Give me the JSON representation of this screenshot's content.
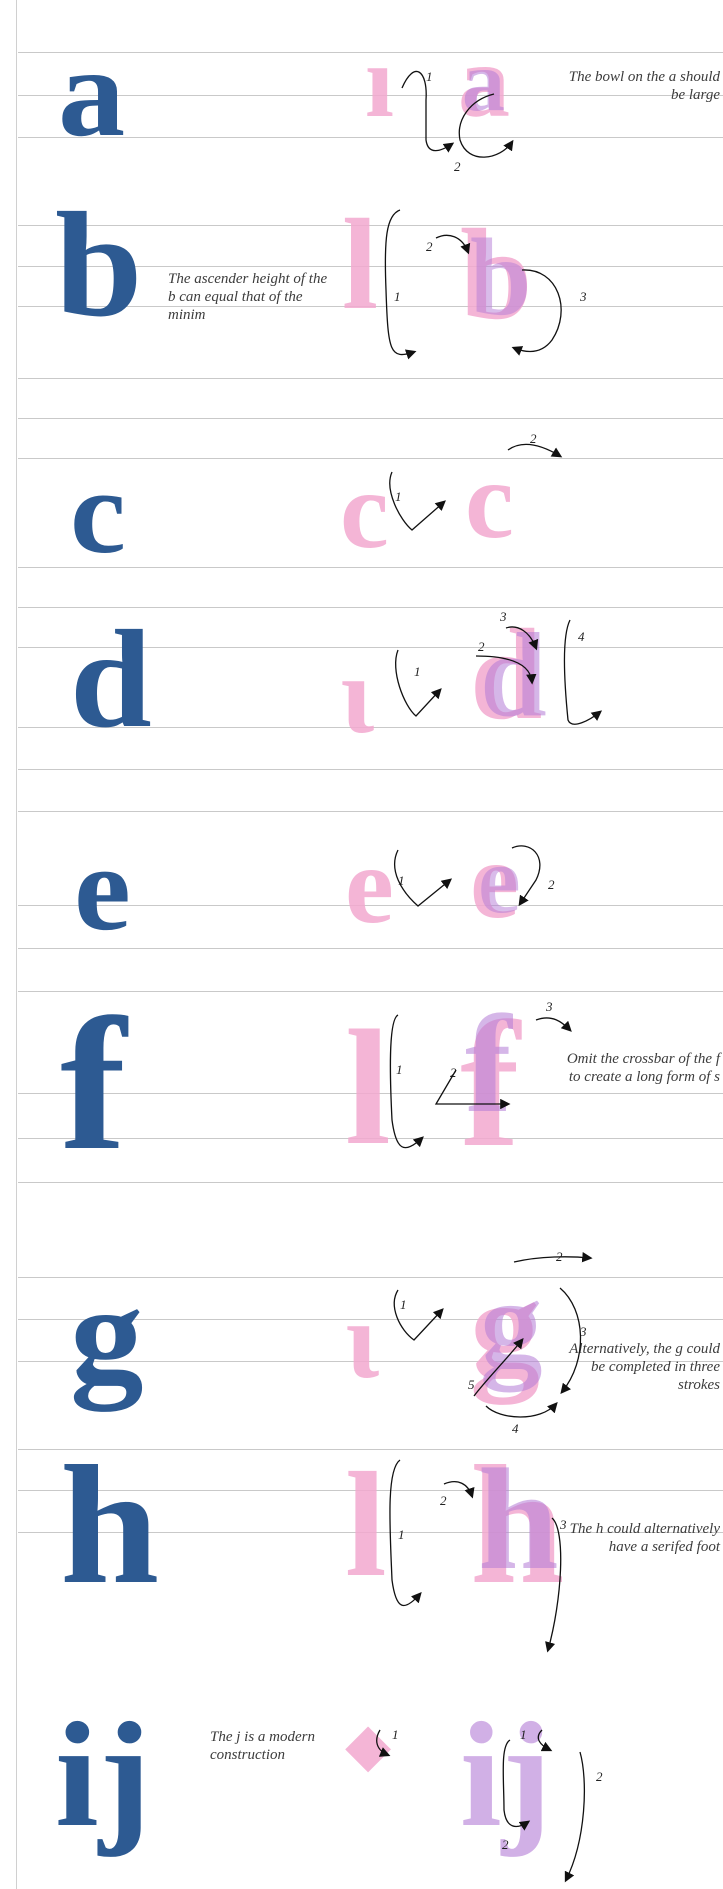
{
  "rows": [
    {
      "letter": "a",
      "note": "The bowl on the a should be large",
      "nums": [
        "1",
        "2"
      ]
    },
    {
      "letter": "b",
      "note": "The ascender height of the b can equal that of the minim",
      "nums": [
        "1",
        "2",
        "3"
      ]
    },
    {
      "letter": "c",
      "note": "",
      "nums": [
        "1",
        "2"
      ]
    },
    {
      "letter": "d",
      "note": "",
      "nums": [
        "1",
        "2",
        "3",
        "4"
      ]
    },
    {
      "letter": "e",
      "note": "",
      "nums": [
        "1",
        "2"
      ]
    },
    {
      "letter": "f",
      "note": "Omit the crossbar of the f to create a long form of s",
      "nums": [
        "1",
        "2",
        "3"
      ]
    },
    {
      "letter": "g",
      "note": "Alternatively, the g could be completed in three strokes",
      "nums": [
        "1",
        "2",
        "3",
        "4",
        "5"
      ]
    },
    {
      "letter": "h",
      "note": "The h could alternatively have a serifed foot",
      "nums": [
        "1",
        "2",
        "3"
      ]
    },
    {
      "letter": "ij",
      "note": "The j is a modern construction",
      "nums": [
        "1",
        "1",
        "2",
        "2"
      ]
    }
  ],
  "colors": {
    "model": "#2d5a92",
    "ghost": "#f3a9cf",
    "ink": "#b47cd6",
    "arrow": "#111111",
    "rule": "#c9c9c9"
  }
}
